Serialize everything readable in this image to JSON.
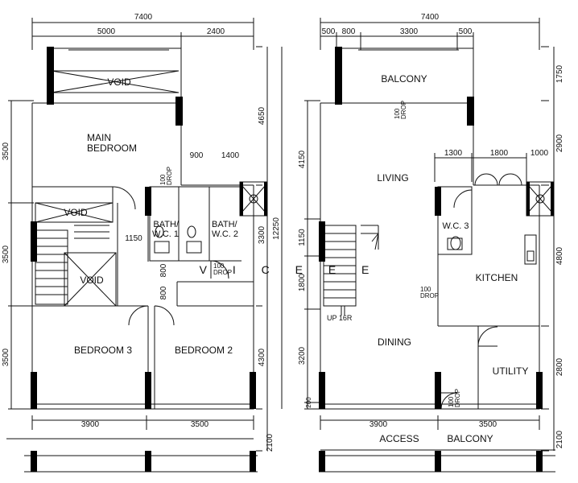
{
  "watermark": "V I C E  E  E",
  "upper_floor": {
    "dims_top": [
      "7400",
      "5000",
      "2400"
    ],
    "dims_left": [
      "3500",
      "3500",
      "3500"
    ],
    "dims_right": [
      "4650",
      "3300",
      "4300",
      "2100"
    ],
    "dims_inner": [
      "900",
      "1400",
      "1150",
      "800",
      "800"
    ],
    "dims_bottom": [
      "3900",
      "3500"
    ],
    "void_labels": [
      "VOID",
      "VOID",
      "VOID"
    ],
    "rooms": {
      "main_bedroom_line1": "MAIN",
      "main_bedroom_line2": "BEDROOM",
      "bath1_line1": "BATH/",
      "bath1_line2": "W.C. 1",
      "bath2_line1": "BATH/",
      "bath2_line2": "W.C. 2",
      "bedroom3": "BEDROOM 3",
      "bedroom2": "BEDROOM 2"
    },
    "drop_notes": [
      {
        "a": "100",
        "b": "DROP"
      },
      {
        "a": "100",
        "b": "DROP"
      }
    ]
  },
  "lower_floor": {
    "dims_top": [
      "7400",
      "500",
      "800",
      "3300",
      "500"
    ],
    "dims_left": [
      "4150",
      "1150",
      "1800",
      "3200",
      "200"
    ],
    "dims_right": [
      "1750",
      "2900",
      "4800",
      "2800",
      "2100"
    ],
    "dims_kitchen_top": [
      "1300",
      "1800",
      "1000"
    ],
    "dims_middle_overall": "12250",
    "dims_bottom": [
      "3900",
      "3500"
    ],
    "rooms": {
      "balcony": "BALCONY",
      "living": "LIVING",
      "wc3": "W.C. 3",
      "kitchen": "KITCHEN",
      "dining": "DINING",
      "utility": "UTILITY",
      "stair_note": "UP 16R",
      "access": "ACCESS",
      "access_balcony": "BALCONY"
    },
    "drop_notes": [
      {
        "a": "100",
        "b": "DROP"
      },
      {
        "a": "100",
        "b": "DROP"
      },
      {
        "a": "100",
        "b": "DROP"
      }
    ]
  },
  "colors": {
    "line": "#111111",
    "wall": "#000000",
    "watermark": "#bbbbbb"
  }
}
